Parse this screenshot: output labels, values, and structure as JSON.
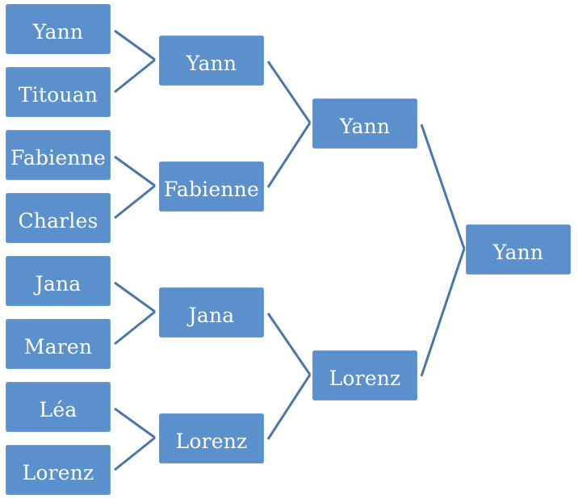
{
  "diagram_type": "tournament-bracket",
  "colors": {
    "box_fill": "#5b90cd",
    "connector": "#4a76ab",
    "text": "#ffffff"
  },
  "rounds": [
    {
      "name": "round-1",
      "players": [
        "Yann",
        "Titouan",
        "Fabienne",
        "Charles",
        "Jana",
        "Maren",
        "Léa",
        "Lorenz"
      ]
    },
    {
      "name": "round-2",
      "players": [
        "Yann",
        "Fabienne",
        "Jana",
        "Lorenz"
      ]
    },
    {
      "name": "semifinal",
      "players": [
        "Yann",
        "Lorenz"
      ]
    },
    {
      "name": "winner",
      "players": [
        "Yann"
      ]
    }
  ]
}
